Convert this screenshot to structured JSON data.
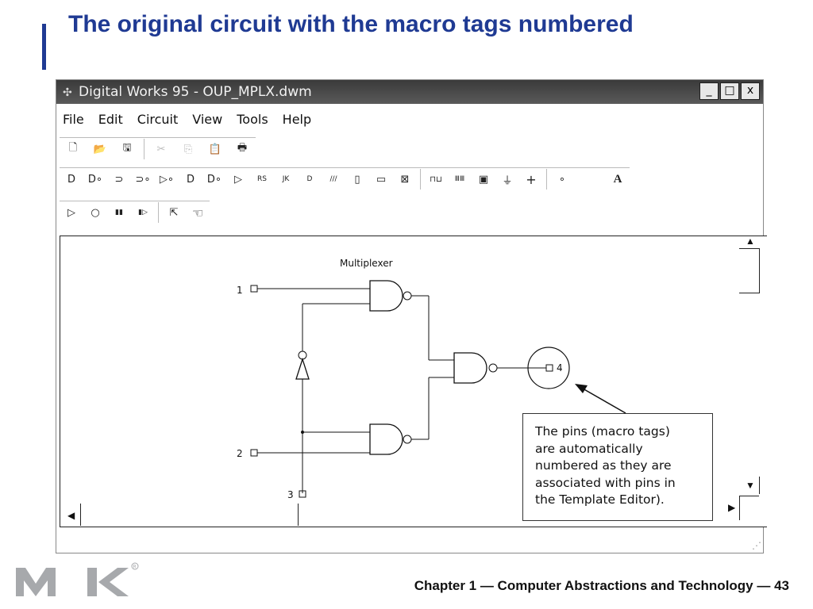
{
  "slide": {
    "title": "The original circuit with the macro tags numbered",
    "footer": "Chapter 1 — Computer Abstractions and Technology — 43",
    "accent_color": "#1f3a93",
    "logo_icon": "mk-publisher-logo"
  },
  "window": {
    "title": "Digital Works 95 - OUP_MPLX.dwm",
    "minimize_label": "_",
    "maximize_label": "□",
    "close_label": "x"
  },
  "menu": {
    "file": "File",
    "edit": "Edit",
    "circuit": "Circuit",
    "view": "View",
    "tools": "Tools",
    "help": "Help"
  },
  "toolbar1": [
    {
      "icon": "new-file-icon",
      "glyph": "🗋"
    },
    {
      "icon": "open-folder-icon",
      "glyph": "📂"
    },
    {
      "icon": "save-disk-icon",
      "glyph": "🖫"
    },
    {
      "icon": "cut-icon",
      "glyph": "✂"
    },
    {
      "icon": "copy-icon",
      "glyph": "⎘"
    },
    {
      "icon": "paste-icon",
      "glyph": "📋"
    },
    {
      "icon": "print-icon",
      "glyph": "🖶"
    }
  ],
  "toolbar2": [
    {
      "icon": "and-gate-icon",
      "glyph": "D"
    },
    {
      "icon": "nand-gate-icon",
      "glyph": "D∘"
    },
    {
      "icon": "or-gate-icon",
      "glyph": "⊃"
    },
    {
      "icon": "nor-gate-icon",
      "glyph": "⊃∘"
    },
    {
      "icon": "not-gate-icon",
      "glyph": "▷∘"
    },
    {
      "icon": "xor-gate-icon",
      "glyph": "D"
    },
    {
      "icon": "xnor-gate-icon",
      "glyph": "D∘"
    },
    {
      "icon": "buffer-icon",
      "glyph": "▷"
    },
    {
      "icon": "rs-flipflop-icon",
      "glyph": "RS"
    },
    {
      "icon": "jk-flipflop-icon",
      "glyph": "JK"
    },
    {
      "icon": "d-flipflop-icon",
      "glyph": "D"
    },
    {
      "icon": "register-icon",
      "glyph": "///"
    },
    {
      "icon": "switch-icon",
      "glyph": "▯"
    },
    {
      "icon": "led-icon",
      "glyph": "▭"
    },
    {
      "icon": "input-icon",
      "glyph": "⊠"
    },
    {
      "icon": "clock-icon",
      "glyph": "⊓⊔"
    },
    {
      "icon": "sequence-icon",
      "glyph": "ⅢⅢ"
    },
    {
      "icon": "display-icon",
      "glyph": "▣"
    },
    {
      "icon": "ground-icon",
      "glyph": "⏚"
    },
    {
      "icon": "power-icon",
      "glyph": "+"
    },
    {
      "icon": "junction-icon",
      "glyph": "∘"
    },
    {
      "icon": "text-tool-icon",
      "glyph": "A"
    }
  ],
  "toolbar3": [
    {
      "icon": "play-icon",
      "glyph": "▷"
    },
    {
      "icon": "stop-icon",
      "glyph": "○"
    },
    {
      "icon": "pause-icon",
      "glyph": "▮▮"
    },
    {
      "icon": "step-icon",
      "glyph": "▮▷"
    },
    {
      "icon": "pointer-icon",
      "glyph": "⇱"
    },
    {
      "icon": "hand-icon",
      "glyph": "☜"
    }
  ],
  "circuit": {
    "label": "Multiplexer",
    "pin1": "1",
    "pin2": "2",
    "pin3": "3",
    "pin4": "4"
  },
  "callout": {
    "text": "The pins (macro tags)\nare automatically\nnumbered as they are\nassociated with pins in\nthe Template Editor)."
  }
}
